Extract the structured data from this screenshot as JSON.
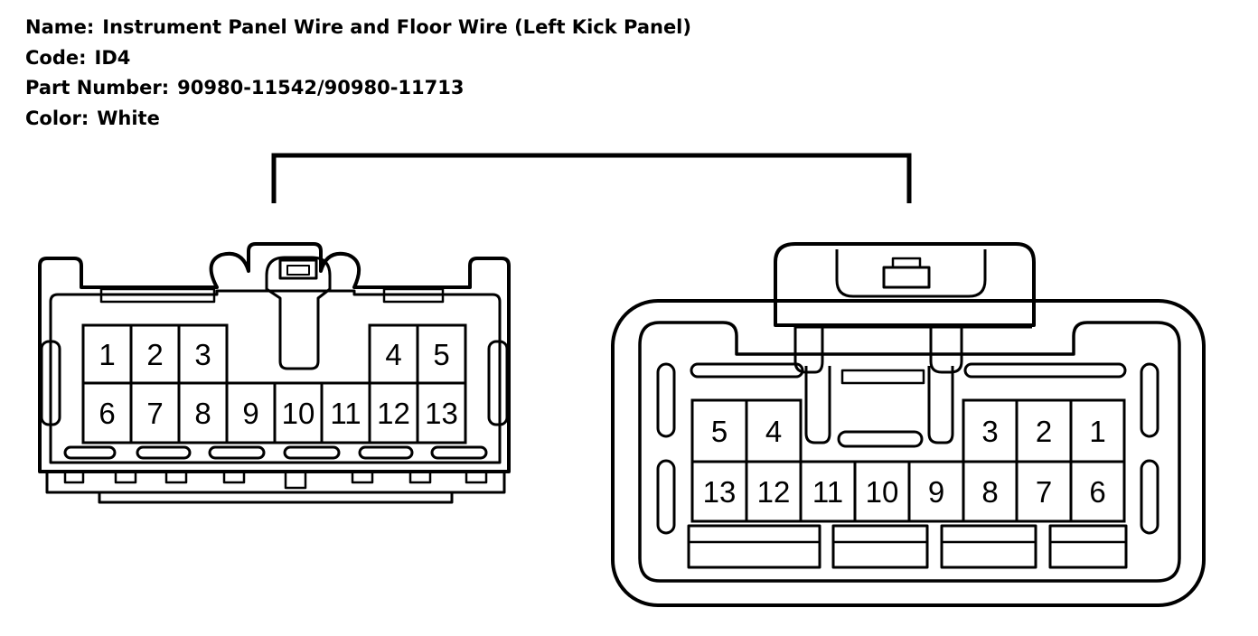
{
  "connector_info": {
    "name_label": "Name:",
    "name_value": "Instrument Panel Wire and Floor Wire (Left Kick Panel)",
    "code_label": "Code:",
    "code_value": "ID4",
    "part_number_label": "Part Number:",
    "part_number_value": "90980-11542/90980-11713",
    "color_label": "Color:",
    "color_value": "White"
  },
  "left_connector": {
    "top_row": [
      "1",
      "2",
      "3",
      "4",
      "5"
    ],
    "bottom_row": [
      "6",
      "7",
      "8",
      "9",
      "10",
      "11",
      "12",
      "13"
    ]
  },
  "right_connector": {
    "top_row": [
      "5",
      "4",
      "3",
      "2",
      "1"
    ],
    "bottom_row": [
      "13",
      "12",
      "11",
      "10",
      "9",
      "8",
      "7",
      "6"
    ]
  },
  "colors": {
    "stroke": "#000000",
    "background": "#ffffff"
  }
}
